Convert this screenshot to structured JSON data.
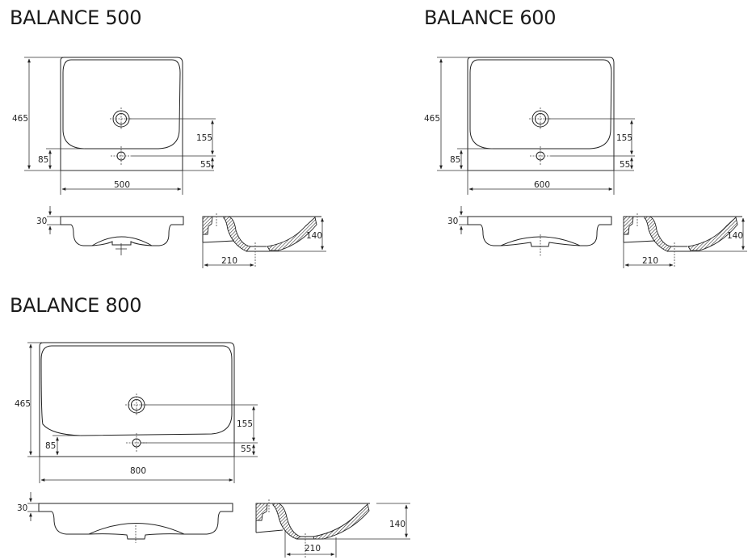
{
  "models": [
    {
      "id": "balance-500",
      "title": "BALANCE 500",
      "top_view": {
        "depth": "465",
        "width": "500",
        "tap_to_drain": "155",
        "drain_offset": "55",
        "bowl_front_offset": "85"
      },
      "front_view": {
        "rim_thickness": "30"
      },
      "side_view": {
        "bowl_depth": "140",
        "drain_distance": "210"
      }
    },
    {
      "id": "balance-600",
      "title": "BALANCE 600",
      "top_view": {
        "depth": "465",
        "width": "600",
        "tap_to_drain": "155",
        "drain_offset": "55",
        "bowl_front_offset": "85"
      },
      "front_view": {
        "rim_thickness": "30"
      },
      "side_view": {
        "bowl_depth": "140",
        "drain_distance": "210"
      }
    },
    {
      "id": "balance-800",
      "title": "BALANCE 800",
      "top_view": {
        "depth": "465",
        "width": "800",
        "tap_to_drain": "155",
        "drain_offset": "55",
        "bowl_front_offset": "85"
      },
      "front_view": {
        "rim_thickness": "30"
      },
      "side_view": {
        "bowl_depth": "140",
        "drain_distance": "210"
      }
    }
  ],
  "colors": {
    "line": "#222222",
    "background": "#ffffff",
    "text": "#1a1a1a"
  }
}
